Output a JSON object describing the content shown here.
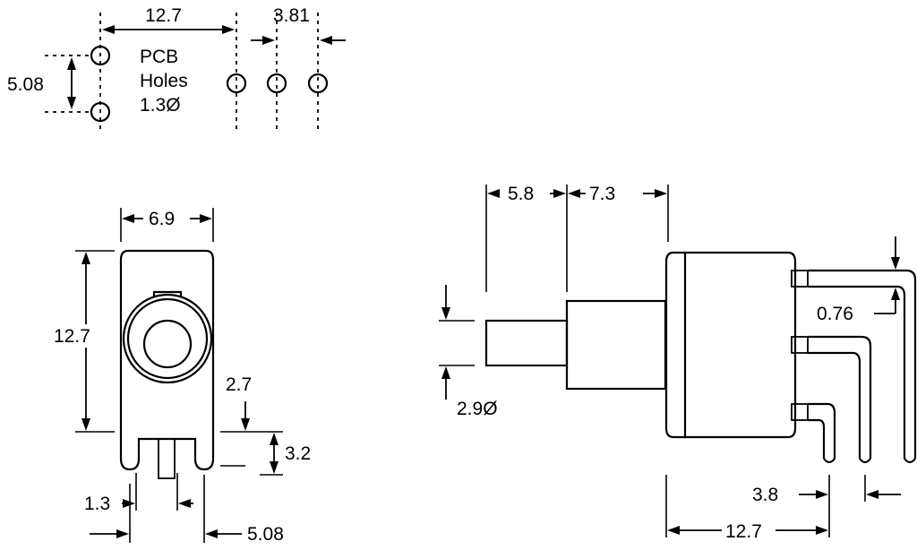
{
  "pcb_view": {
    "dim_pitch": "12.7",
    "dim_pitch_small": "3.81",
    "dim_vertical": "5.08",
    "hole_label_1": "PCB",
    "hole_label_2": "Holes",
    "hole_label_3": "1.3Ø"
  },
  "front_view": {
    "dim_width": "6.9",
    "dim_height": "12.7",
    "dim_terminal_offset": "2.7",
    "dim_terminal_length": "3.2",
    "dim_pin_width": "1.3",
    "dim_pin_spacing": "5.08"
  },
  "side_view": {
    "dim_bushing": "5.8",
    "dim_body_depth": "7.3",
    "dim_terminal_thickness": "0.76",
    "dim_actuator_diameter": "2.9Ø",
    "dim_terminal_pitch": "3.8",
    "dim_overall": "12.7"
  }
}
